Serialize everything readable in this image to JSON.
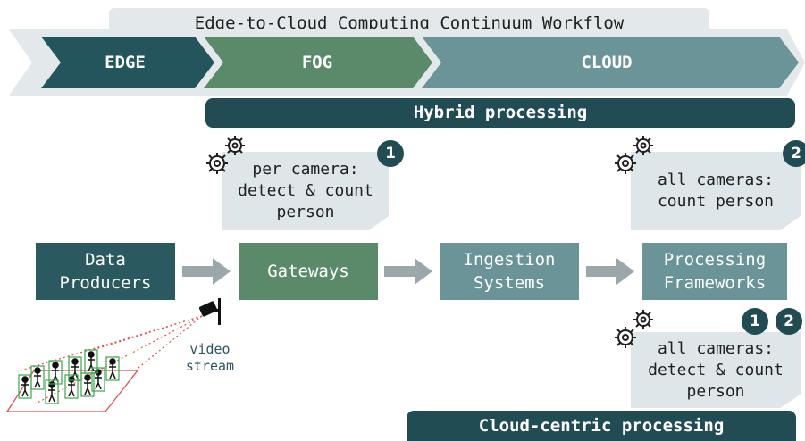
{
  "title": "Edge-to-Cloud Computing Continuum Workflow",
  "phases": [
    {
      "label": "EDGE",
      "color": "#25555c"
    },
    {
      "label": "FOG",
      "color": "#5b8a6a"
    },
    {
      "label": "CLOUD",
      "color": "#6b9498"
    }
  ],
  "hybrid_label": "Hybrid processing",
  "cloud_centric_label": "Cloud-centric processing",
  "components": [
    {
      "label": "Data\nProducers",
      "color": "#2a5a60"
    },
    {
      "label": "Gateways",
      "color": "#5b8a6a"
    },
    {
      "label": "Ingestion\nSystems",
      "color": "#6b9498"
    },
    {
      "label": "Processing\nFrameworks",
      "color": "#6b9498"
    }
  ],
  "notes": {
    "gateway": {
      "text": "per camera:\ndetect & count\nperson",
      "badges": [
        "1"
      ]
    },
    "cloud_hybrid": {
      "text": "all cameras:\ncount person",
      "badges": [
        "2"
      ]
    },
    "cloud_centric": {
      "text": "all cameras:\ndetect & count\nperson",
      "badges": [
        "1",
        "2"
      ]
    }
  },
  "video_label": "video\nstream",
  "icons": [
    "gears-icon",
    "camera-icon",
    "people-crowd-icon",
    "arrow-right-icon"
  ]
}
